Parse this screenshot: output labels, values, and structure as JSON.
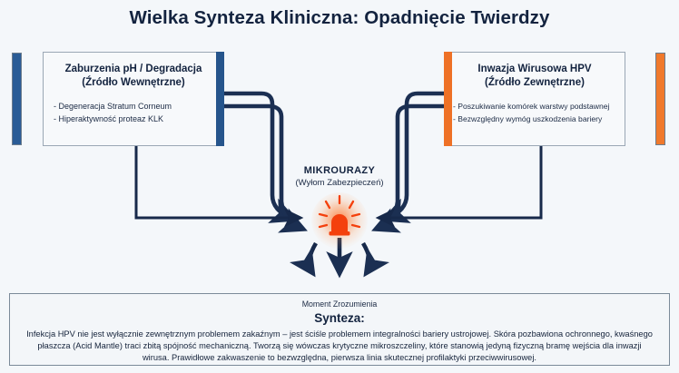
{
  "title": "Wielka Synteza Kliniczna: Opadnięcie Twierdzy",
  "colors": {
    "navy": "#13233f",
    "wire_navy": "#1b2f52",
    "accent_blue": "#26558c",
    "accent_orange": "#ee7126",
    "alarm_red": "#f4400d",
    "background": "#f4f7fa",
    "box_fill": "#f7f9fb",
    "box_border": "#9aa7b5"
  },
  "left_box": {
    "title_line1": "Zaburzenia pH / Degradacja",
    "title_line2": "(Źródło Wewnętrzne)",
    "bullets": [
      "- Degeneracja Stratum Corneum",
      "- Hiperaktywność proteaz KLK"
    ]
  },
  "right_box": {
    "title_line1": "Inwazja Wirusowa HPV",
    "title_line2": "(Źródło Zewnętrzne)",
    "bullets": [
      "- Poszukiwanie komórek warstwy podstawnej",
      "- Bezwzględny wymóg uszkodzenia bariery"
    ]
  },
  "center": {
    "label": "MIKROURAZY",
    "sublabel": "(Wyłom Zabezpieczeń)",
    "icon": "alarm-siren-icon"
  },
  "synthesis": {
    "moment": "Moment Zrozumienia",
    "heading": "Synteza:",
    "body": "Infekcja HPV nie jest wyłącznie zewnętrznym problemem zakaźnym – jest ściśle problemem integralności bariery ustrojowej. Skóra pozbawiona ochronnego, kwaśnego płaszcza (Acid Mantle) traci zbitą spójność mechaniczną. Tworzą się wówczas krytyczne mikroszczeliny, które stanowią jedyną fizyczną bramę wejścia dla inwazji wirusa. Prawidłowe zakwaszenie to bezwzględna, pierwsza linia skutecznej profilaktyki przeciwwirusowej."
  }
}
